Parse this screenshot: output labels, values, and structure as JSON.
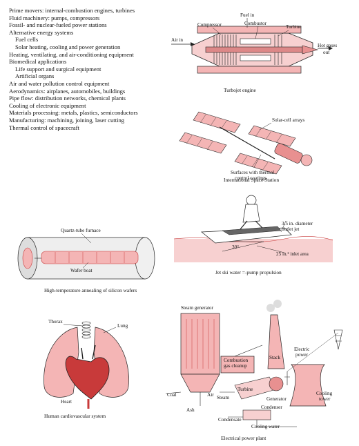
{
  "applications": [
    {
      "text": "Prime movers: internal-combustion engines, turbines",
      "level": 0
    },
    {
      "text": "Fluid machinery: pumps, compressors",
      "level": 0
    },
    {
      "text": "Fossil- and nuclear-fueled power stations",
      "level": 0
    },
    {
      "text": "Alternative energy systems",
      "level": 0
    },
    {
      "text": "Fuel cells",
      "level": 1
    },
    {
      "text": "Solar heating, cooling and power generation",
      "level": 1
    },
    {
      "text": "Heating, ventilating, and air-conditioning equipment",
      "level": 0
    },
    {
      "text": "Biomedical applications",
      "level": 0
    },
    {
      "text": "Life support and surgical equipment",
      "level": 1
    },
    {
      "text": "Artificial organs",
      "level": 1
    },
    {
      "text": "Air and water pollution control equipment",
      "level": 0
    },
    {
      "text": "Aerodynamics: airplanes, automobiles, buildings",
      "level": 0
    },
    {
      "text": "Pipe flow: distribution networks, chemical plants",
      "level": 0
    },
    {
      "text": "Cooling of electronic equipment",
      "level": 0
    },
    {
      "text": "Materials processing: metals, plastics, semiconductors",
      "level": 0
    },
    {
      "text": "Manufacturing: machining, joining, laser cutting",
      "level": 0
    },
    {
      "text": "Thermal control of spacecraft",
      "level": 0
    }
  ],
  "turbojet": {
    "fuel_in": "Fuel in",
    "compressor": "Compressor",
    "combustor": "Combustor",
    "turbine": "Turbine",
    "air_in": "Air in",
    "hot_gases": "Hot gases",
    "hot_gases_out": "out",
    "caption": "Turbojet engine"
  },
  "station": {
    "solar_arrays": "Solar-cell arrays",
    "surfaces_1": "Surfaces with thermal",
    "surfaces_2": "control coatings",
    "caption": "International Space Station"
  },
  "furnace": {
    "quartz": "Quartz-tube furnace",
    "wafer_boat": "Wafer boat",
    "caption": "High-temperature annealing of silicon wafers"
  },
  "jetski": {
    "outlet_1": "3.5 in. diameter",
    "outlet_2": "outlet jet",
    "angle": "30°",
    "inlet": "25 in.² inlet area",
    "caption": "Jet ski water =-pump propulsion"
  },
  "heart": {
    "thorax": "Thorax",
    "lung": "Lung",
    "heart": "Heart",
    "caption": "Human cardiovascular system"
  },
  "plant": {
    "steam_generator": "Steam generator",
    "stack": "Stack",
    "electric_1": "Electric",
    "electric_2": "power",
    "combustion_1": "Combustion",
    "combustion_2": "gas cleanup",
    "coal": "Coal",
    "air": "Air",
    "steam": "Steam",
    "turbine": "Turbine",
    "generator": "Generator",
    "cooling_tower_1": "Cooling",
    "cooling_tower_2": "tower",
    "condenser": "Condenser",
    "ash": "Ash",
    "condensate": "Condensate",
    "cooling_water": "Cooling water",
    "caption": "Electrical power plant"
  },
  "colors": {
    "pink": "#f4b5b5",
    "pink_dark": "#e89090",
    "outline": "#222222",
    "red": "#c83a3a"
  }
}
